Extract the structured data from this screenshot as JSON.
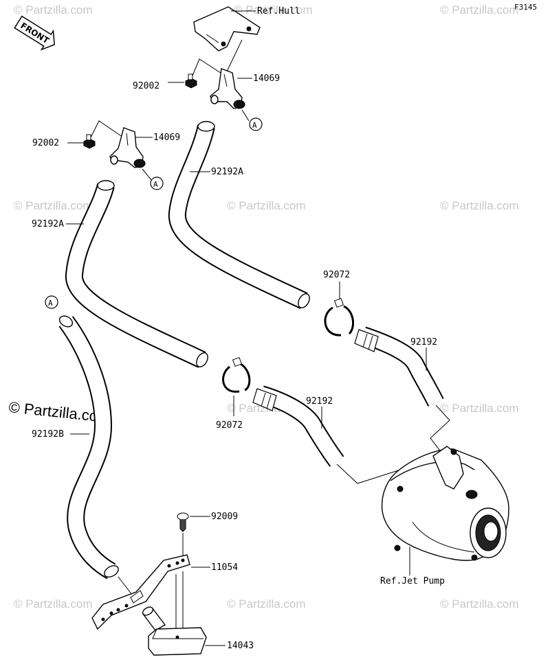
{
  "figure_code": "F3145",
  "front_badge": "FRONT",
  "watermark": "© Partzilla.com",
  "references": {
    "hull": "Ref.Hull",
    "jet_pump": "Ref.Jet Pump"
  },
  "connector_letter": "A",
  "part_labels": {
    "p92002_top": "92002",
    "p14069_top": "14069",
    "p92002_mid": "92002",
    "p14069_mid": "14069",
    "p92192A_right": "92192A",
    "p92192A_left": "92192A",
    "p92072_top": "92072",
    "p92192_right": "92192",
    "p92192_mid": "92192",
    "p92072_bottom": "92072",
    "p92192B": "92192B",
    "p92009": "92009",
    "p11054": "11054",
    "p14043": "14043"
  }
}
